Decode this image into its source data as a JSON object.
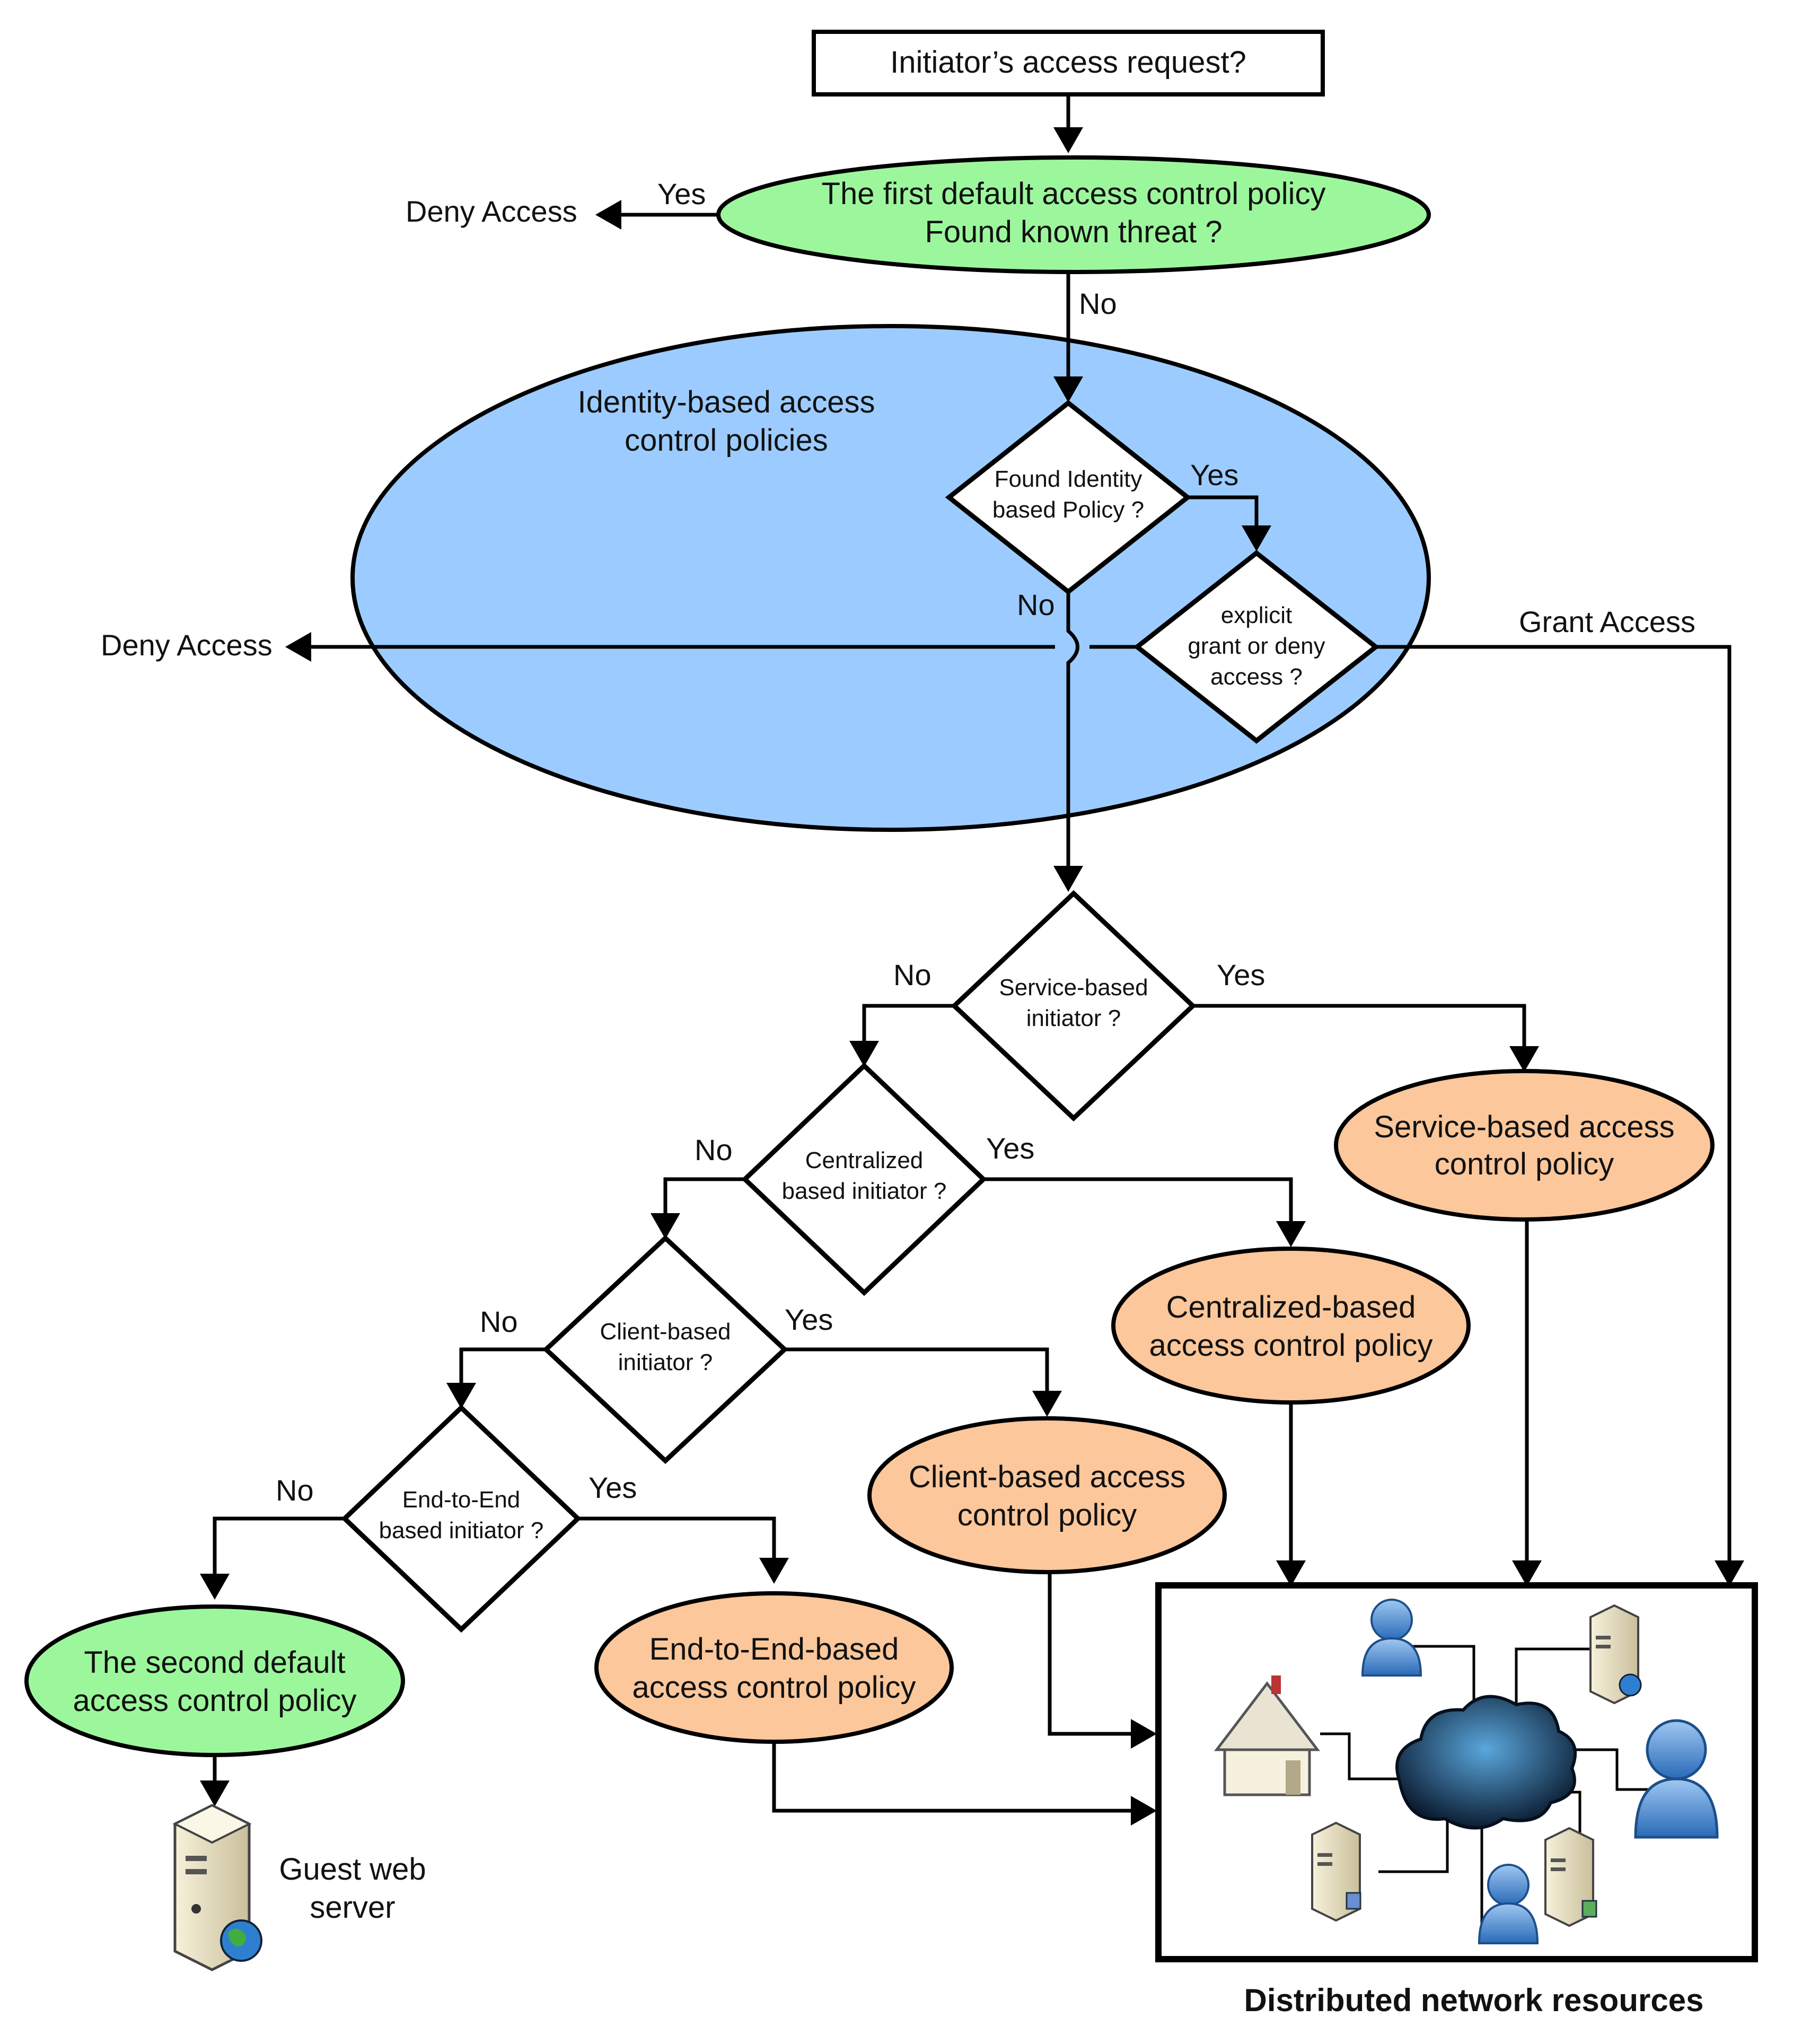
{
  "nodes": {
    "start": "Initiator’s access request?",
    "first_policy": [
      "The first default access control policy",
      "Found known threat ?"
    ],
    "identity_group": [
      "Identity-based access",
      "control policies"
    ],
    "found_identity": [
      "Found Identity",
      "based Policy ?"
    ],
    "explicit": [
      "explicit",
      "grant or deny",
      "access ?"
    ],
    "service_dec": [
      "Service-based",
      "initiator ?"
    ],
    "central_dec": [
      "Centralized",
      "based initiator ?"
    ],
    "client_dec": [
      "Client-based",
      "initiator ?"
    ],
    "e2e_dec": [
      "End-to-End",
      "based initiator ?"
    ],
    "service_policy": [
      "Service-based access",
      "control policy"
    ],
    "central_policy": [
      "Centralized-based",
      "access control policy"
    ],
    "client_policy": [
      "Client-based access",
      "control policy"
    ],
    "e2e_policy": [
      "End-to-End-based",
      "access control policy"
    ],
    "second_policy": [
      "The second default",
      "access control policy"
    ],
    "guest_server": [
      "Guest web",
      "server"
    ],
    "network_title": "Distributed network resources"
  },
  "edge_labels": {
    "yes": "Yes",
    "no": "No",
    "deny_access": "Deny Access",
    "grant_access": "Grant Access"
  },
  "colors": {
    "green": "#9cf79c",
    "blue": "#9cccff",
    "orange": "#fbc79b",
    "line": "#000000"
  },
  "icons": [
    "user-icon",
    "server-icon",
    "house-icon",
    "cloud-icon",
    "globe-icon"
  ]
}
